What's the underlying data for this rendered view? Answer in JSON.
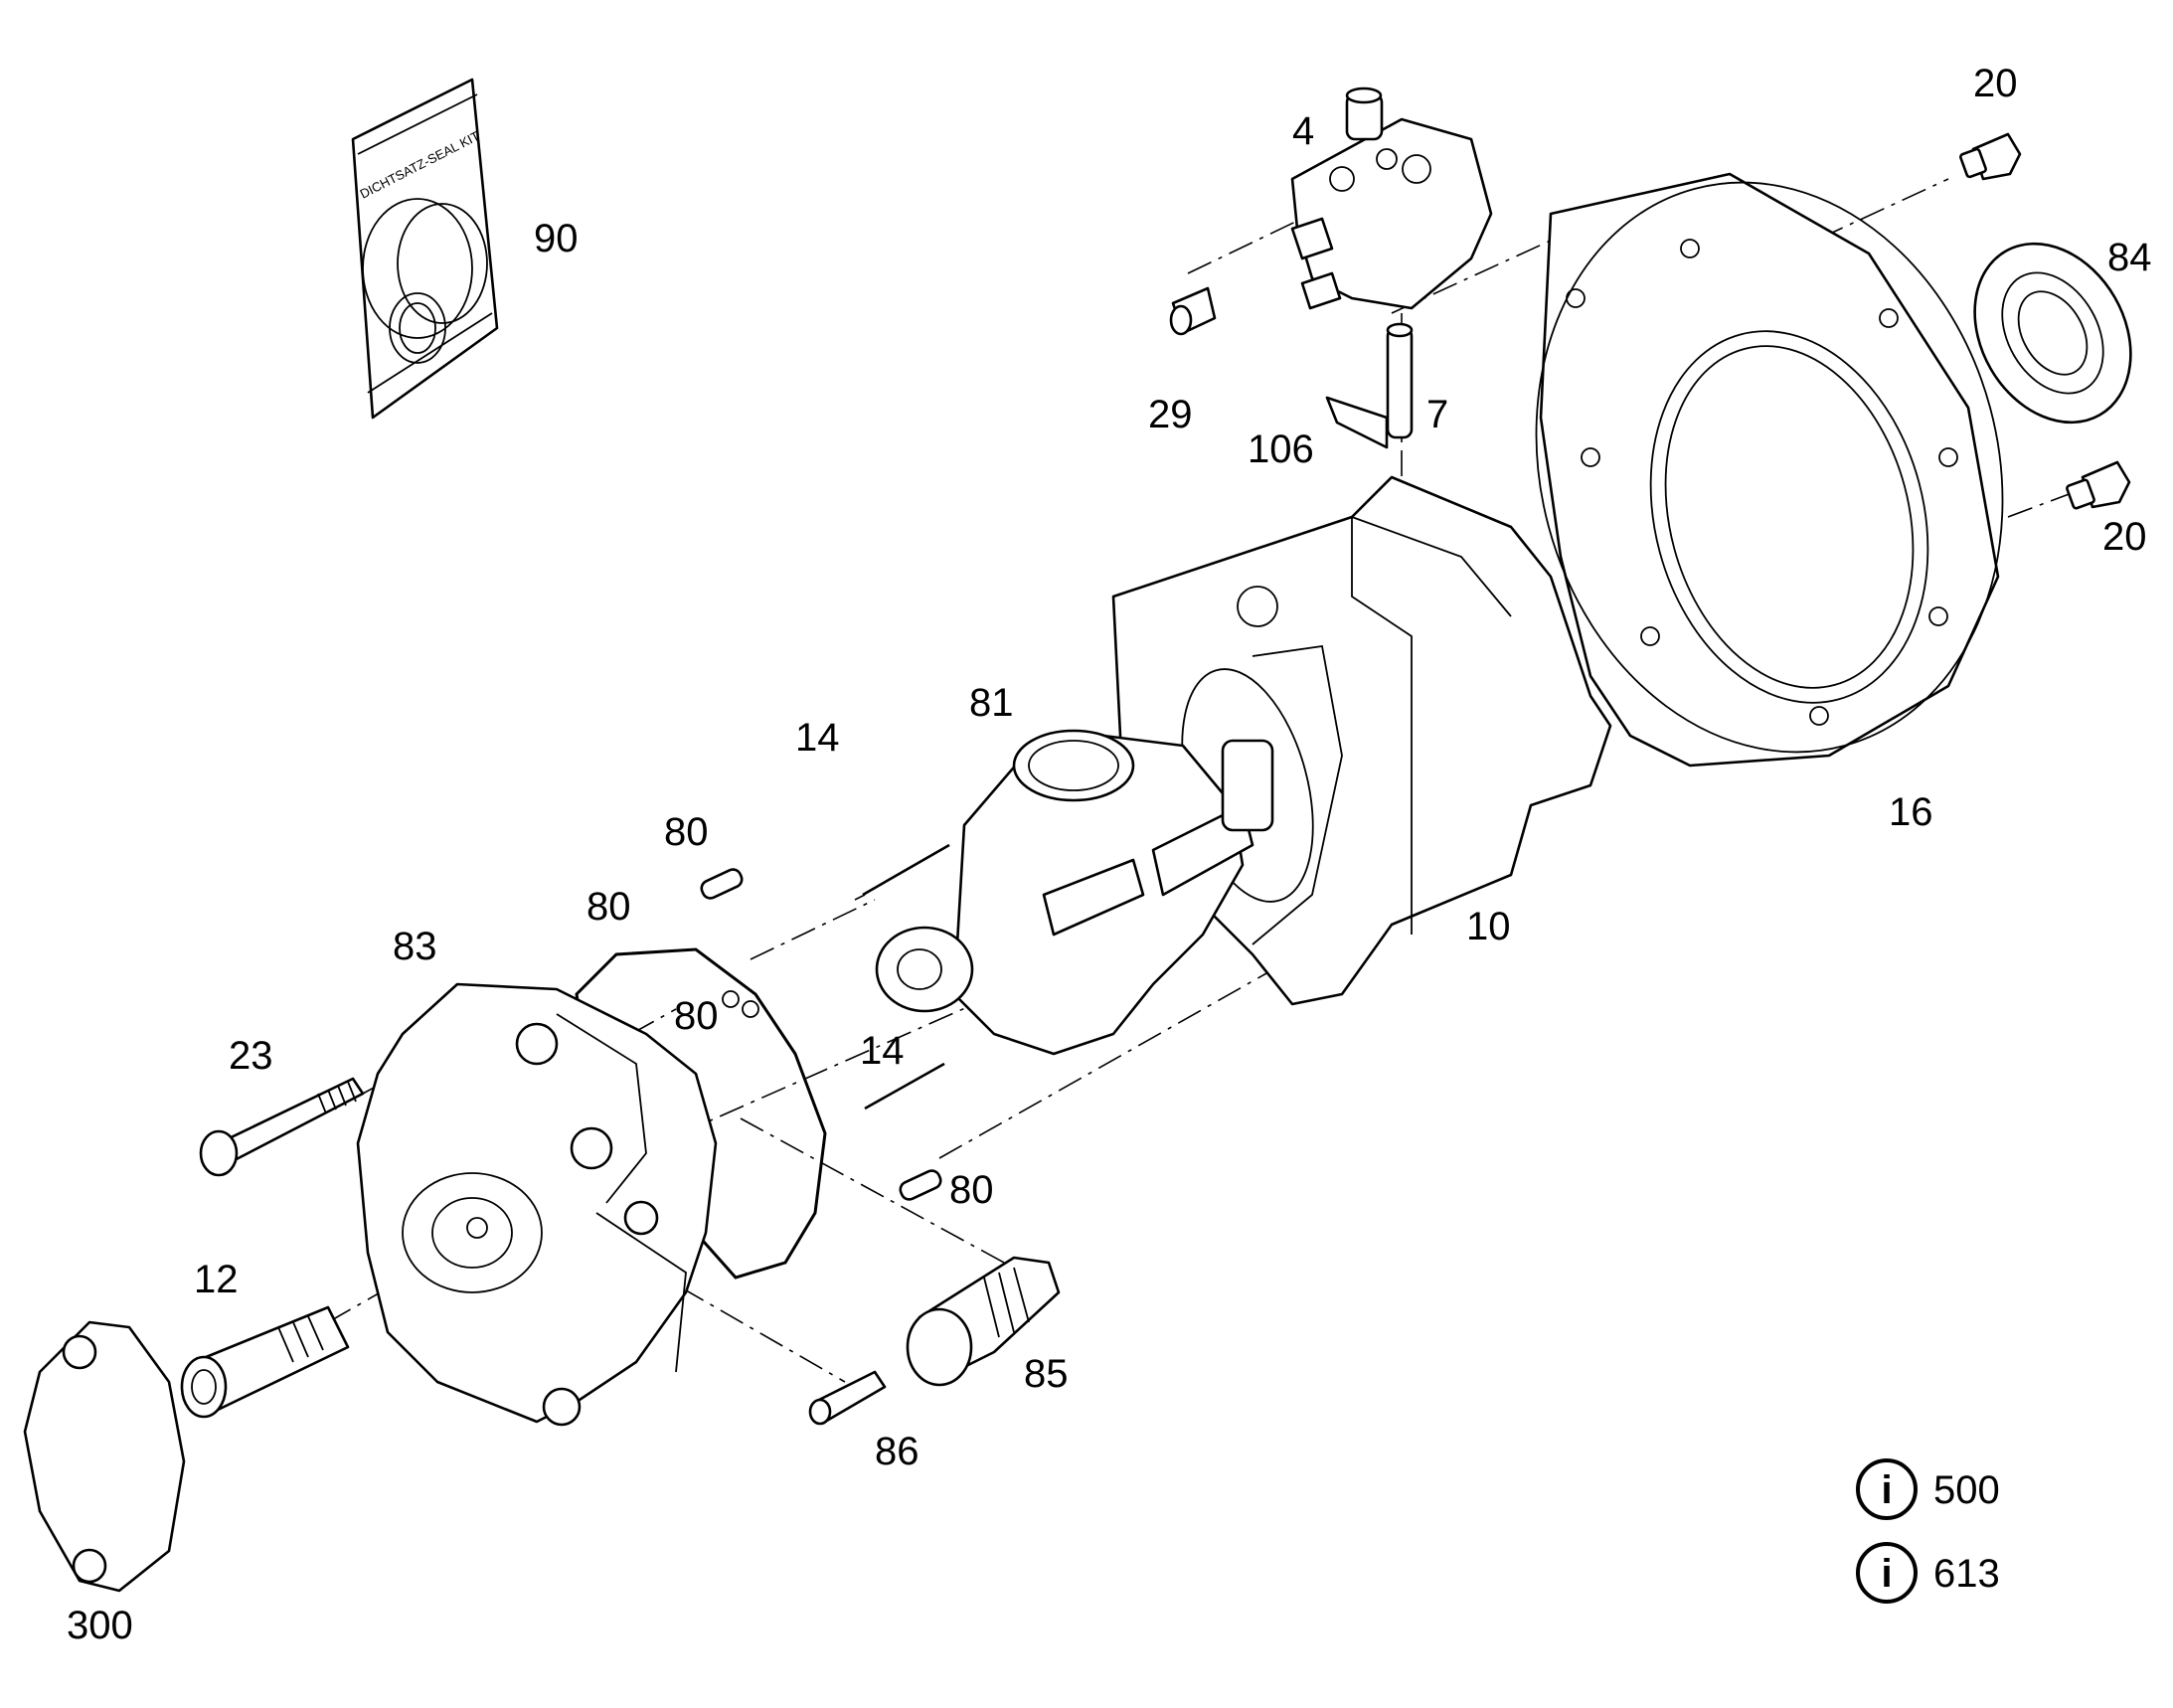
{
  "diagram": {
    "colors": {
      "line": "#000000",
      "background": "#ffffff"
    },
    "bag_print": "DICHTSATZ-SEAL KIT",
    "labels": {
      "p4": "4",
      "p7": "7",
      "p10": "10",
      "p12": "12",
      "p14a": "14",
      "p14b": "14",
      "p16": "16",
      "p20a": "20",
      "p20b": "20",
      "p23": "23",
      "p29": "29",
      "p80a": "80",
      "p80b": "80",
      "p80c": "80",
      "p80d": "80",
      "p81": "81",
      "p83": "83",
      "p84": "84",
      "p85": "85",
      "p86": "86",
      "p90": "90",
      "p106": "106",
      "p300": "300"
    },
    "info_refs": [
      {
        "icon": "info-icon",
        "number": "500"
      },
      {
        "icon": "info-icon",
        "number": "613"
      }
    ]
  }
}
